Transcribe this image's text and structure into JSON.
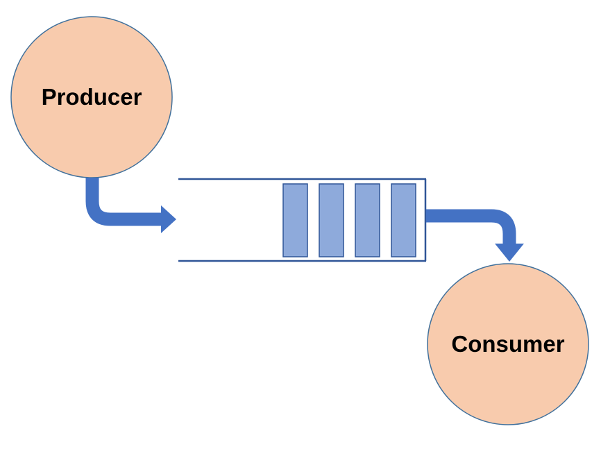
{
  "diagram": {
    "producer": {
      "label": "Producer"
    },
    "consumer": {
      "label": "Consumer"
    },
    "queue": {
      "message_count": 4
    },
    "colors": {
      "node_fill": "#f8cbad",
      "node_stroke": "#41719c",
      "arrow": "#4472c4",
      "queue_border": "#2f5597",
      "message_fill": "#8eaadb",
      "message_stroke": "#2f5597"
    }
  }
}
